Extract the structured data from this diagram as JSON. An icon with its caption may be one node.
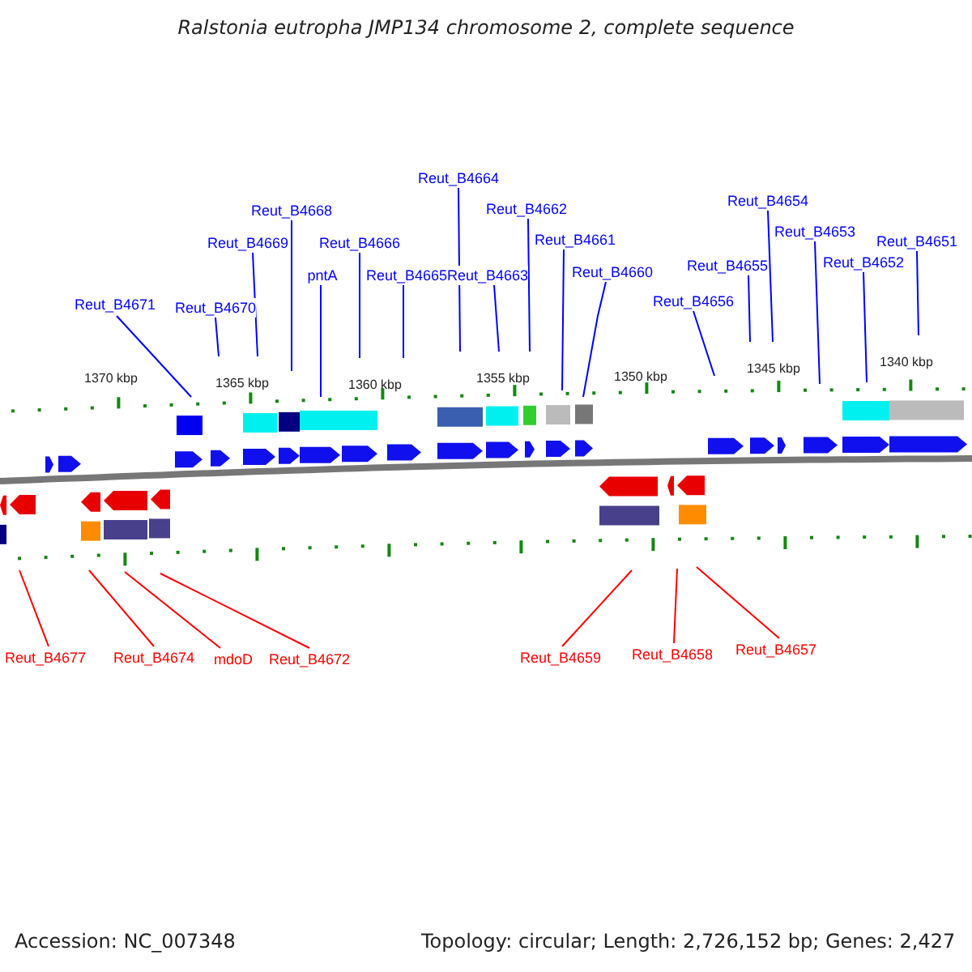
{
  "diagram": {
    "title": "Ralstonia eutropha JMP134 chromosome 2, complete sequence",
    "nodes": [
      {
        "text": [
          "Reut_B4671"
        ]
      },
      {
        "text": [
          "Reut_B4670"
        ]
      },
      {
        "text": [
          "Reut_B4669"
        ]
      },
      {
        "text": [
          "Reut_B4668"
        ]
      },
      {
        "text": [
          "Reut_B4666"
        ]
      },
      {
        "text": [
          "pntA"
        ]
      },
      {
        "text": [
          "Reut_B4665"
        ]
      },
      {
        "text": [
          "Reut_B4664"
        ]
      },
      {
        "text": [
          "Reut_B4663"
        ]
      },
      {
        "text": [
          "Reut_B4662"
        ]
      },
      {
        "text": [
          "Reut_B4661"
        ]
      },
      {
        "text": [
          "Reut_B4660"
        ]
      },
      {
        "text": [
          "Reut_B4656"
        ]
      },
      {
        "text": [
          "Reut_B4655"
        ]
      },
      {
        "text": [
          "Reut_B4654"
        ]
      },
      {
        "text": [
          "Reut_B4653"
        ]
      },
      {
        "text": [
          "Reut_B4652"
        ]
      },
      {
        "text": [
          "Reut_B4651"
        ]
      },
      {
        "text": [
          "Reut_B4677"
        ]
      },
      {
        "text": [
          "Reut_B4674"
        ]
      },
      {
        "text": [
          "mdoD"
        ]
      },
      {
        "text": [
          "Reut_B4672"
        ]
      },
      {
        "text": [
          "Reut_B4659"
        ]
      },
      {
        "text": [
          "Reut_B4658"
        ]
      },
      {
        "text": [
          "Reut_B4657"
        ]
      }
    ],
    "edges": [
      {
        "from": 0,
        "to": null,
        "arrow": "none"
      },
      {
        "from": 1,
        "to": null,
        "arrow": "none"
      },
      {
        "from": 2,
        "to": null,
        "arrow": "none"
      },
      {
        "from": 3,
        "to": null,
        "arrow": "none"
      },
      {
        "from": 4,
        "to": null,
        "arrow": "none"
      },
      {
        "from": 5,
        "to": null,
        "arrow": "none"
      },
      {
        "from": 6,
        "to": null,
        "arrow": "none"
      },
      {
        "from": 7,
        "to": null,
        "arrow": "none"
      },
      {
        "from": 8,
        "to": null,
        "arrow": "none"
      },
      {
        "from": 9,
        "to": null,
        "arrow": "none"
      },
      {
        "from": 10,
        "to": null,
        "arrow": "none"
      },
      {
        "from": 11,
        "to": null,
        "arrow": "none"
      },
      {
        "from": 12,
        "to": null,
        "arrow": "none"
      },
      {
        "from": 13,
        "to": null,
        "arrow": "none"
      },
      {
        "from": 14,
        "to": null,
        "arrow": "none"
      },
      {
        "from": 15,
        "to": null,
        "arrow": "none"
      },
      {
        "from": 16,
        "to": null,
        "arrow": "none"
      },
      {
        "from": 17,
        "to": null,
        "arrow": "none"
      },
      {
        "from": 18,
        "to": null,
        "arrow": "none",
        "color": "#ff0000"
      },
      {
        "from": 19,
        "to": null,
        "arrow": "none",
        "color": "#ff0000"
      },
      {
        "from": 20,
        "to": null,
        "arrow": "none",
        "color": "#ff0000"
      },
      {
        "from": 21,
        "to": null,
        "arrow": "none",
        "color": "#ff0000"
      },
      {
        "from": 22,
        "to": null,
        "arrow": "none",
        "color": "#ff0000"
      },
      {
        "from": 23,
        "to": null,
        "arrow": "none",
        "color": "#ff0000"
      },
      {
        "from": 24,
        "to": null,
        "arrow": "none",
        "color": "#ff0000"
      }
    ],
    "labels": [
      "1370 kbp",
      "1365 kbp",
      "1360 kbp",
      "1355 kbp",
      "1350 kbp",
      "1345 kbp",
      "1340 kbp",
      "Accession: NC_007348",
      "Topology: circular; Length: 2,726,152 bp; Genes: 2,427"
    ]
  }
}
